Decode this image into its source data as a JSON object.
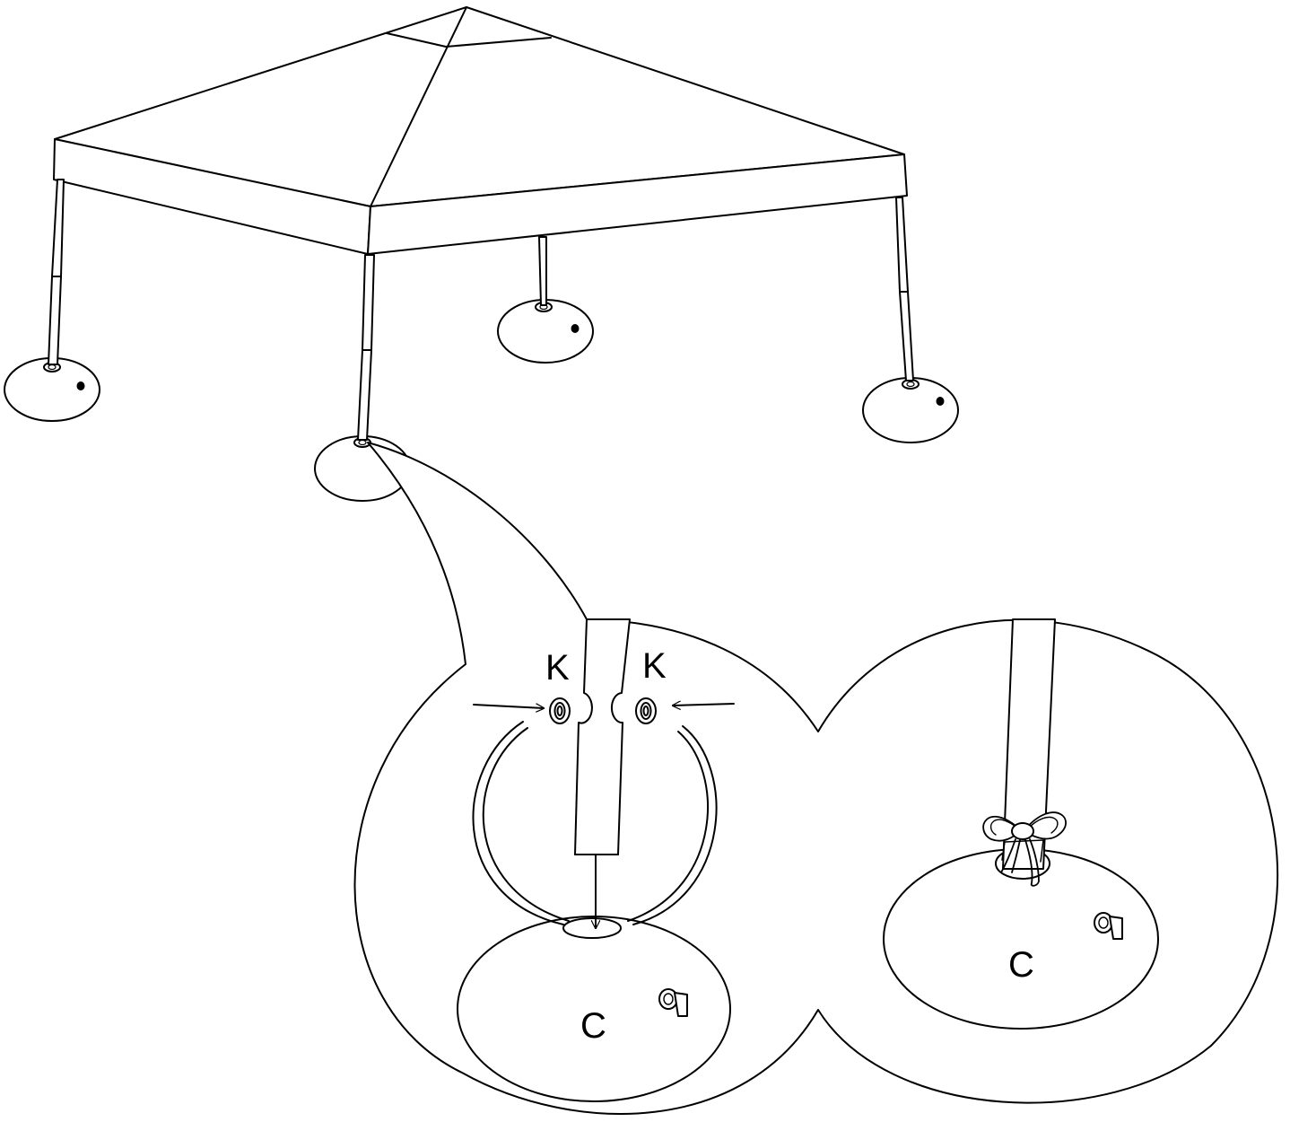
{
  "labels": {
    "fastener_left": "K",
    "fastener_right": "K",
    "weight_detail_1": "C",
    "weight_detail_2": "C"
  },
  "colors": {
    "line": "#000000",
    "background": "#ffffff"
  },
  "icons": {
    "arrow": "arrow-icon",
    "fastener": "fastener-icon",
    "valve": "valve-icon"
  }
}
